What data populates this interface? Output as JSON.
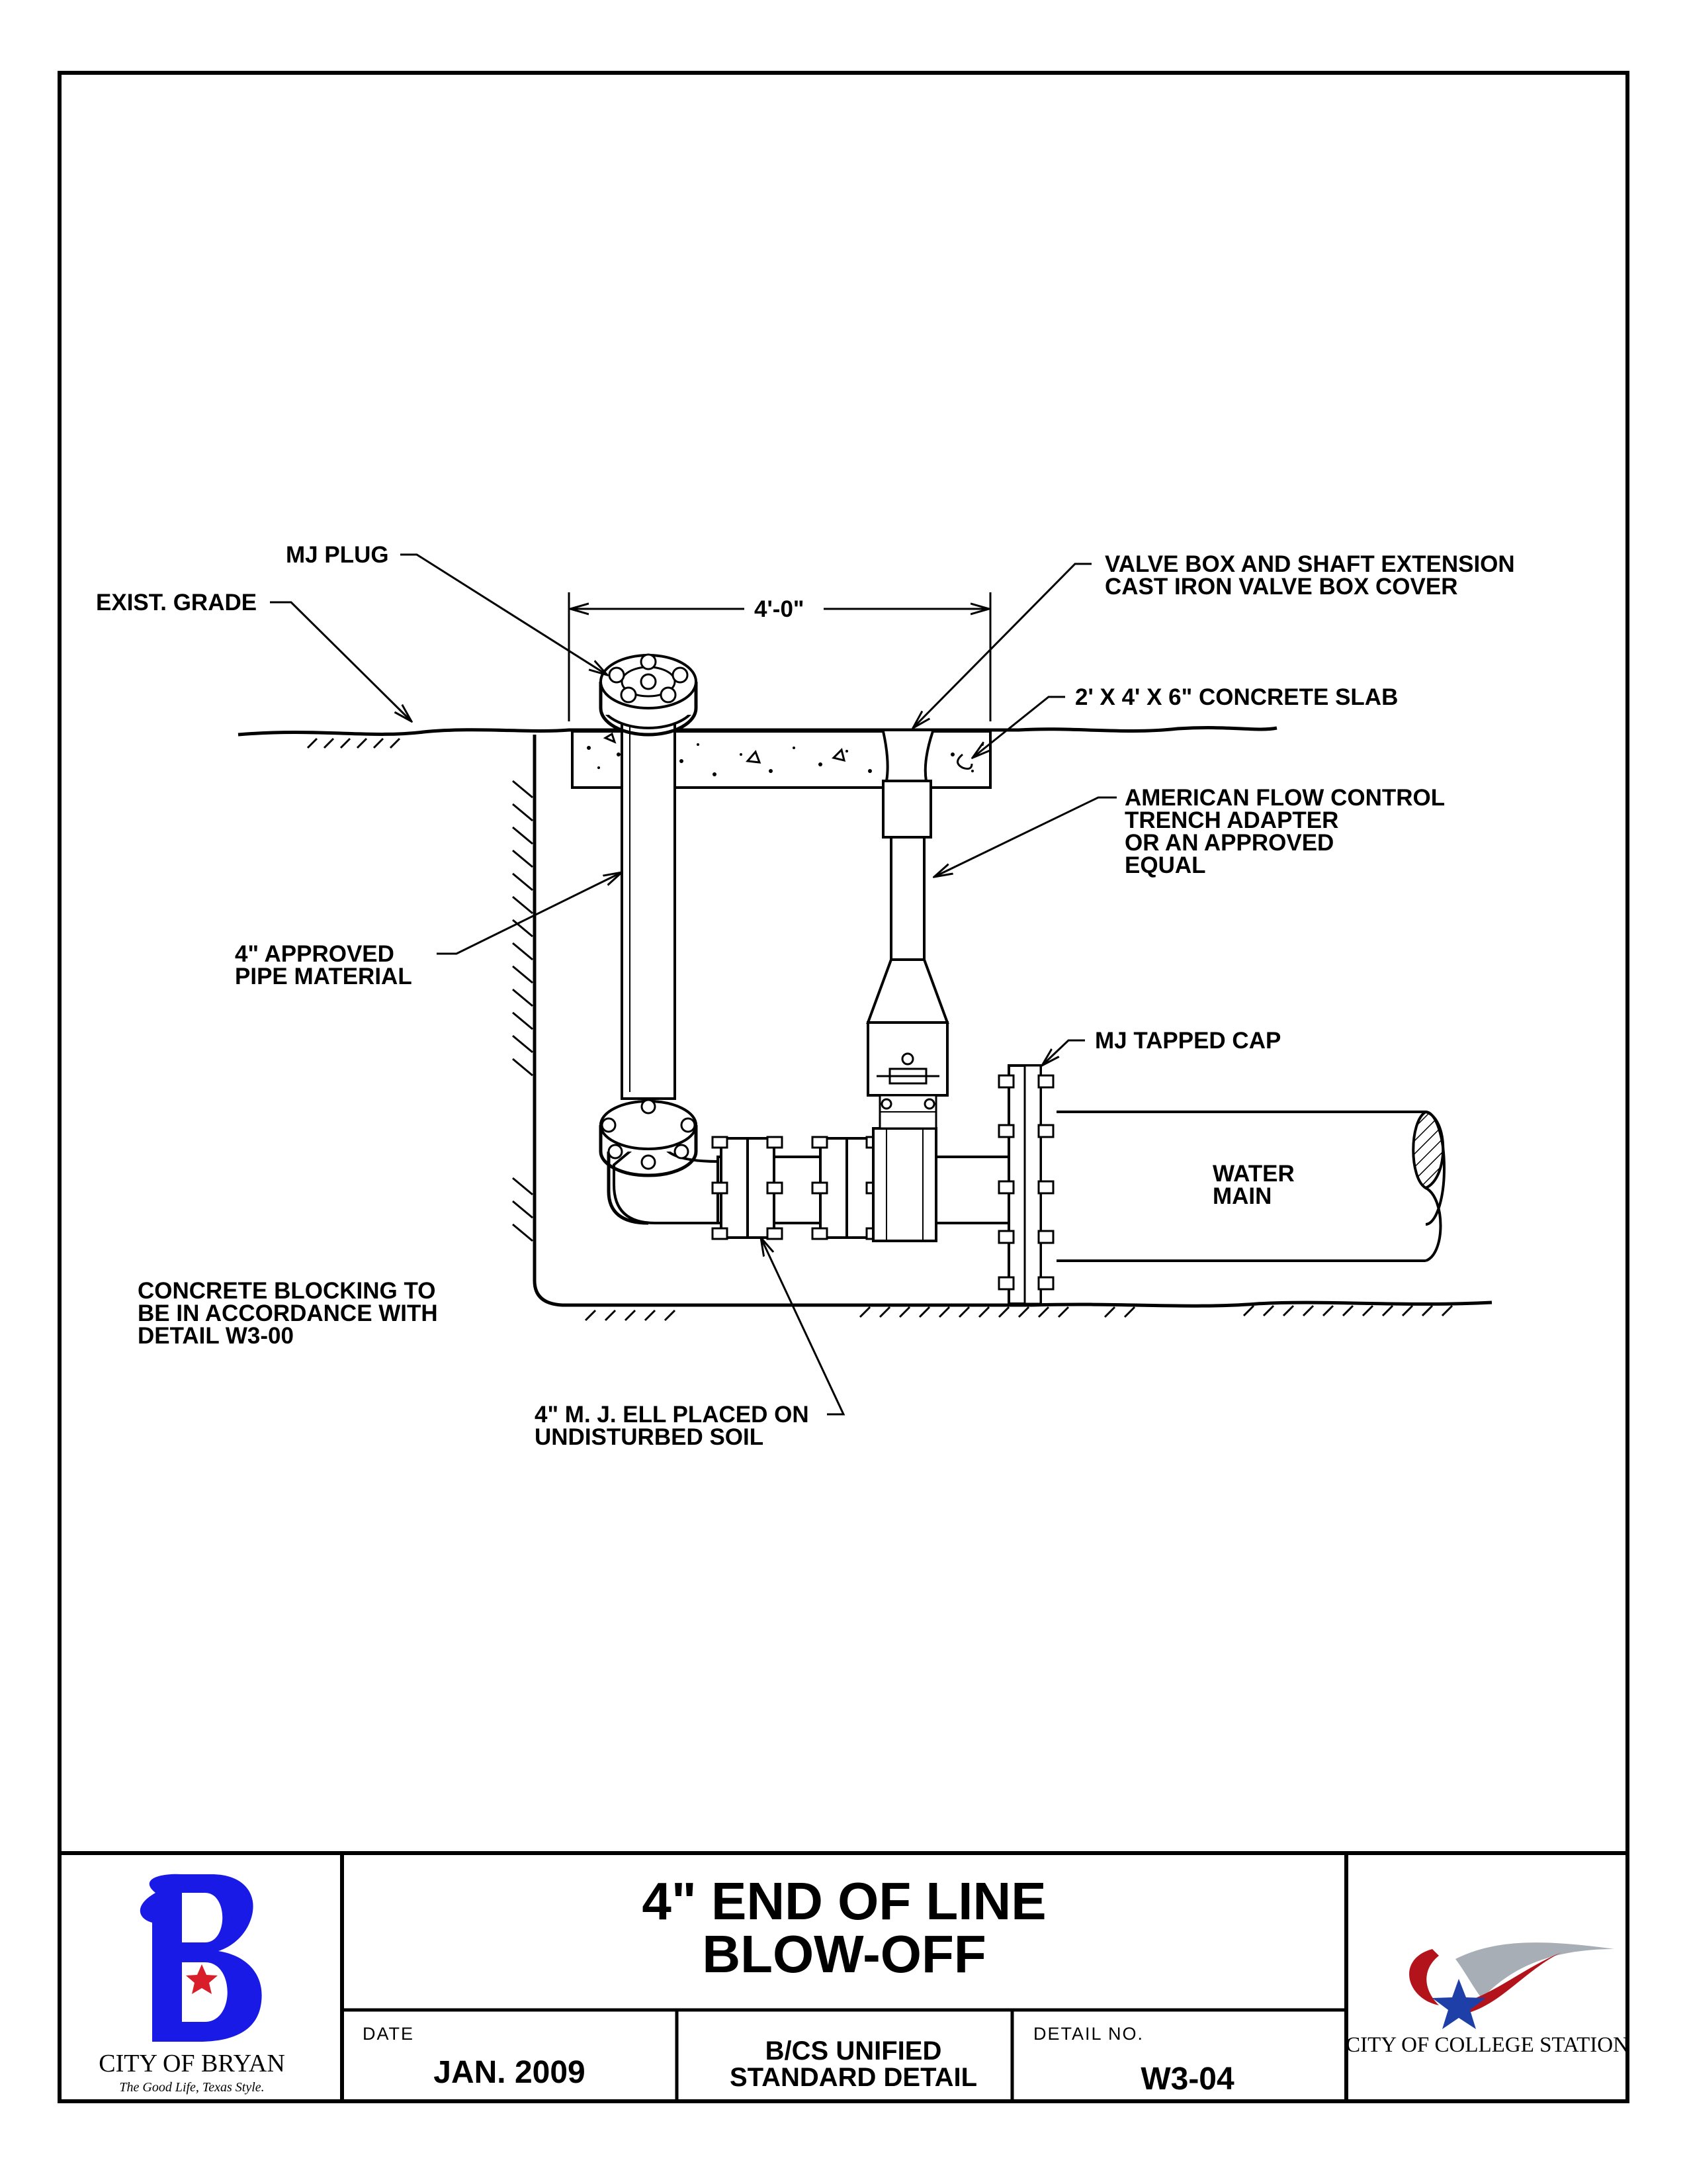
{
  "labels": {
    "mj_plug": "MJ PLUG",
    "exist_grade": "EXIST. GRADE",
    "dimension": "4'-0\"",
    "valve_box_1": "VALVE BOX AND SHAFT EXTENSION",
    "valve_box_2": "CAST IRON VALVE BOX COVER",
    "concrete_slab": "2' X 4' X 6\" CONCRETE SLAB",
    "afc_1": "AMERICAN FLOW CONTROL",
    "afc_2": "TRENCH ADAPTER",
    "afc_3": "OR AN APPROVED",
    "afc_4": "EQUAL",
    "pipe_1": "4\" APPROVED",
    "pipe_2": "PIPE MATERIAL",
    "mj_tapped_cap": "MJ TAPPED CAP",
    "water_main_1": "WATER",
    "water_main_2": "MAIN",
    "blocking_1": "CONCRETE BLOCKING TO",
    "blocking_2": "BE IN ACCORDANCE WITH",
    "blocking_3": "DETAIL W3-00",
    "ell_1": "4\" M. J. ELL PLACED ON",
    "ell_2": "UNDISTURBED SOIL"
  },
  "title_block": {
    "title_line_1": "4\" END OF LINE",
    "title_line_2": "BLOW-OFF",
    "date_label": "DATE",
    "date_value": "JAN. 2009",
    "standard_1": "B/CS UNIFIED",
    "standard_2": "STANDARD DETAIL",
    "detail_label": "DETAIL NO.",
    "detail_value": "W3-04",
    "bryan_name": "CITY OF BRYAN",
    "bryan_tagline": "The Good Life, Texas Style.",
    "cs_name": "CITY OF COLLEGE STATION"
  },
  "colors": {
    "bryan_blue": "#1a1ae6",
    "bryan_red": "#d81e2a",
    "cs_red": "#b3141c",
    "cs_blue": "#1f3fa8",
    "cs_gray": "#a8aeb6"
  }
}
